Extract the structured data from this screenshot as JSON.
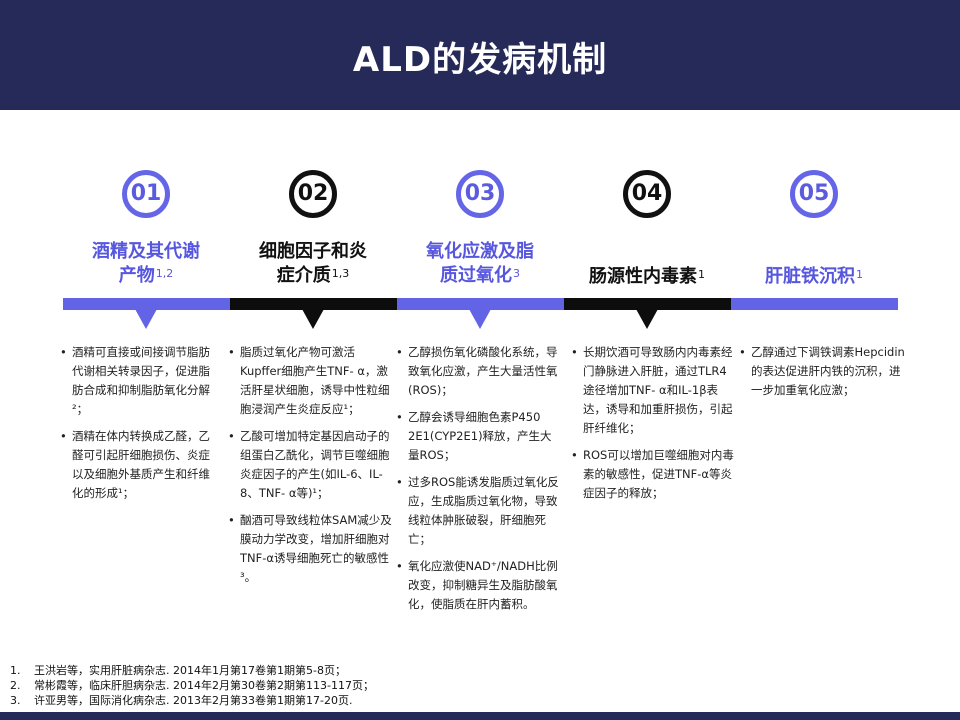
{
  "header": {
    "title": "ALD的发病机制"
  },
  "steps": [
    {
      "number": "01",
      "title_line1": "酒精及其代谢",
      "title_line2": "产物",
      "sup": "1,2",
      "bullets": [
        "酒精可直接或间接调节脂肪代谢相关转录因子，促进脂肪合成和抑制脂肪氧化分解²；",
        "酒精在体内转换成乙醛，乙醛可引起肝细胞损伤、炎症以及细胞外基质产生和纤维化的形成¹；"
      ]
    },
    {
      "number": "02",
      "title_line1": "细胞因子和炎",
      "title_line2": "症介质",
      "sup": "1,3",
      "bullets": [
        "脂质过氧化产物可激活Kupffer细胞产生TNF- α，激活肝星状细胞，诱导中性粒细胞浸润产生炎症反应¹；",
        "乙酸可增加特定基因启动子的组蛋白乙酰化，调节巨噬细胞炎症因子的产生(如IL-6、IL-8、TNF- α等)¹；",
        "酗酒可导致线粒体SAM减少及膜动力学改变，增加肝细胞对TNF-α诱导细胞死亡的敏感性³。"
      ]
    },
    {
      "number": "03",
      "title_line1": "氧化应激及脂",
      "title_line2": "质过氧化",
      "sup": "3",
      "bullets": [
        "乙醇损伤氧化磷酸化系统，导致氧化应激，产生大量活性氧(ROS)；",
        "乙醇会诱导细胞色素P450 2E1(CYP2E1)释放，产生大量ROS；",
        "过多ROS能诱发脂质过氧化反应，生成脂质过氧化物，导致线粒体肿胀破裂，肝细胞死亡；",
        "氧化应激使NAD⁺/NADH比例改变，抑制糖异生及脂肪酸氧化，使脂质在肝内蓄积。"
      ]
    },
    {
      "number": "04",
      "title_line1": "肠源性内毒素",
      "title_line2": "",
      "sup": "1",
      "bullets": [
        "长期饮酒可导致肠内内毒素经门静脉进入肝脏，通过TLR4途径增加TNF- α和IL-1β表达，诱导和加重肝损伤，引起肝纤维化；",
        "ROS可以增加巨噬细胞对内毒素的敏感性，促进TNF-α等炎症因子的释放；"
      ]
    },
    {
      "number": "05",
      "title_line1": "肝脏铁沉积",
      "title_line2": "",
      "sup": "1",
      "bullets": [
        "乙醇通过下调铁调素Hepcidin的表达促进肝内铁的沉积，进一步加重氧化应激；"
      ]
    }
  ],
  "references": [
    {
      "num": "1.",
      "text": "王洪岩等，实用肝脏病杂志. 2014年1月第17卷第1期第5-8页；"
    },
    {
      "num": "2.",
      "text": "常彬霞等，临床肝胆病杂志. 2014年2月第30卷第2期第113-117页；"
    },
    {
      "num": "3.",
      "text": "许亚男等，国际消化病杂志. 2013年2月第33卷第1期第17-20页."
    }
  ],
  "colors": {
    "navy": "#262a59",
    "purple": "#6363e6",
    "black": "#0d0d0d"
  }
}
